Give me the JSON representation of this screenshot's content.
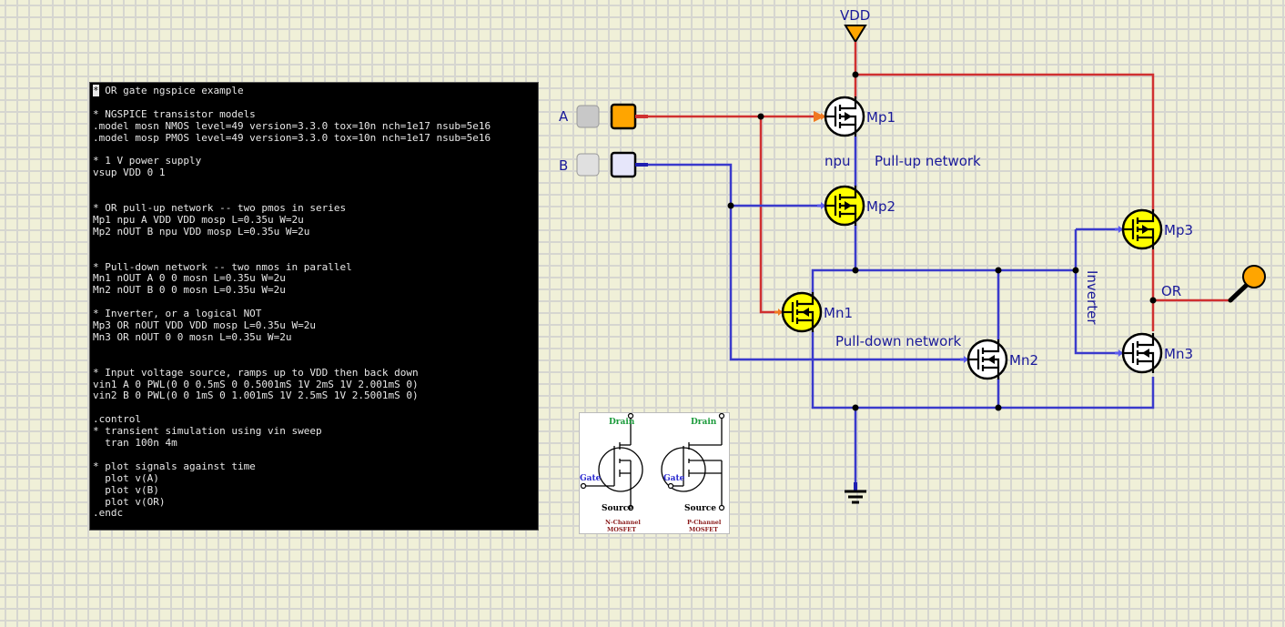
{
  "netlist": {
    "cursor_char": "*",
    "lines": [
      " OR gate ngspice example",
      "",
      "* NGSPICE transistor models",
      ".model mosn NMOS level=49 version=3.3.0 tox=10n nch=1e17 nsub=5e16",
      ".model mosp PMOS level=49 version=3.3.0 tox=10n nch=1e17 nsub=5e16",
      "",
      "* 1 V power supply",
      "vsup VDD 0 1",
      "",
      "",
      "* OR pull-up network -- two pmos in series",
      "Mp1 npu A VDD VDD mosp L=0.35u W=2u",
      "Mp2 nOUT B npu VDD mosp L=0.35u W=2u",
      "",
      "",
      "* Pull-down network -- two nmos in parallel",
      "Mn1 nOUT A 0 0 mosn L=0.35u W=2u",
      "Mn2 nOUT B 0 0 mosn L=0.35u W=2u",
      "",
      "* Inverter, or a logical NOT",
      "Mp3 OR nOUT VDD VDD mosp L=0.35u W=2u",
      "Mn3 OR nOUT 0 0 mosn L=0.35u W=2u",
      "",
      "",
      "* Input voltage source, ramps up to VDD then back down",
      "vin1 A 0 PWL(0 0 0.5mS 0 0.5001mS 1V 2mS 1V 2.001mS 0)",
      "vin2 B 0 PWL(0 0 1mS 0 1.001mS 1V 2.5mS 1V 2.5001mS 0)",
      "",
      ".control",
      "* transient simulation using vin sweep",
      "  tran 100n 4m",
      "",
      "* plot signals against time",
      "  plot v(A)",
      "  plot v(B)",
      "  plot v(OR)",
      ".endc"
    ]
  },
  "schematic": {
    "supply_label": "VDD",
    "inputs": [
      {
        "label": "A",
        "state": "high",
        "color": "#ffa500"
      },
      {
        "label": "B",
        "state": "low",
        "color": "#e6e6fa"
      }
    ],
    "transistors": [
      {
        "name": "Mp1",
        "type": "pmos",
        "active": false
      },
      {
        "name": "Mp2",
        "type": "pmos",
        "active": true
      },
      {
        "name": "Mn1",
        "type": "nmos",
        "active": true
      },
      {
        "name": "Mn2",
        "type": "nmos",
        "active": false
      },
      {
        "name": "Mp3",
        "type": "pmos",
        "active": true
      },
      {
        "name": "Mn3",
        "type": "nmos",
        "active": false
      }
    ],
    "net_labels": {
      "npu": "npu",
      "or": "OR"
    },
    "section_labels": {
      "pull_up": "Pull-up network",
      "pull_down": "Pull-down network",
      "inverter": "Inverter"
    },
    "output_probe": {
      "label": "OR",
      "state": "high",
      "color": "#ffa500"
    },
    "colors": {
      "wire_high": "#d03030",
      "wire_low": "#3a3acc",
      "active_fill": "#ffff00",
      "inactive_fill": "#ffffff",
      "label_text": "#1a1a9a"
    }
  },
  "mosfet_reference": {
    "drain": "Drain",
    "gate": "Gate",
    "source": "Source",
    "n_channel": [
      "N-Channel",
      "MOSFET"
    ],
    "p_channel": [
      "P-Channel",
      "MOSFET"
    ]
  }
}
